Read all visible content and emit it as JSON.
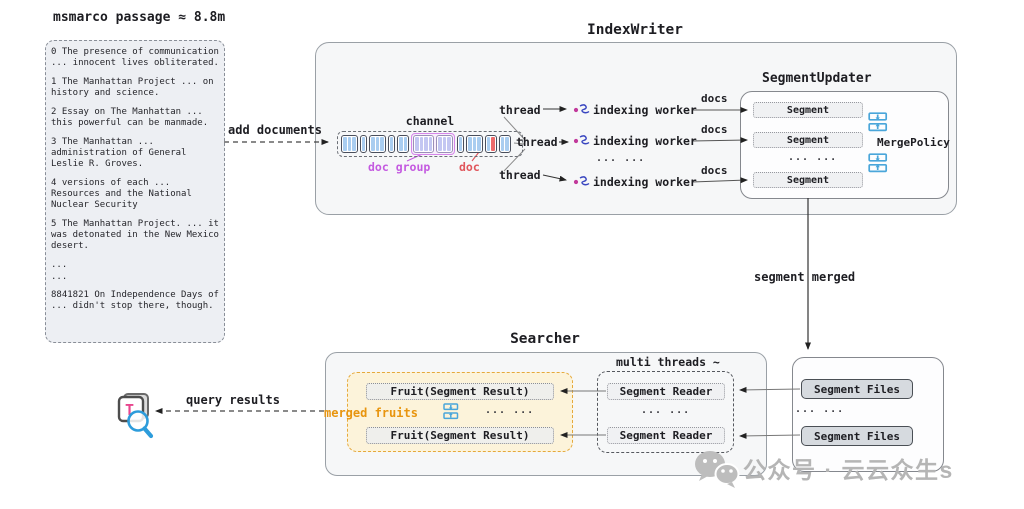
{
  "title": "msmarco passage ≈ 8.8m",
  "passages": [
    "0 The presence of communication ... innocent lives obliterated.",
    "1 The Manhattan Project ... on history and science.",
    "2 Essay on The Manhattan ... this powerful can be manmade.",
    "3 The Manhattan ... administration of General Leslie R. Groves.",
    "4 versions of each ... Resources and the National Nuclear Security",
    "5 The Manhattan Project. ... it was detonated in the New Mexico desert.",
    "...",
    "...",
    "8841821 On Independence Days of ... didn't stop there, though."
  ],
  "add_documents_label": "add documents",
  "indexwriter": {
    "title": "IndexWriter",
    "channel_label": "channel",
    "doc_group_label": "doc group",
    "doc_label": "doc",
    "thread_labels": [
      "thread",
      "thread",
      "thread"
    ],
    "worker_labels": [
      "indexing worker",
      "indexing worker",
      "indexing worker"
    ],
    "worker_ellipsis": "...  ...",
    "docs_labels": [
      "docs",
      "docs",
      "docs"
    ]
  },
  "segment_updater": {
    "title": "SegmentUpdater",
    "segments": [
      "Segment",
      "Segment",
      "Segment"
    ],
    "ellipsis": "...  ...",
    "merge_policy_label": "MergePolicy"
  },
  "segment_merged_label": "segment merged",
  "searcher": {
    "title": "Searcher",
    "merged_fruits_label": "merged fruits",
    "fruits": [
      "Fruit(Segment Result)",
      "Fruit(Segment Result)"
    ],
    "fruits_ellipsis": "...  ...",
    "multi_threads_label": "multi threads ~",
    "readers": [
      "Segment Reader",
      "Segment Reader"
    ],
    "readers_ellipsis": "...  ..."
  },
  "segment_files": {
    "files": [
      "Segment Files",
      "Segment Files"
    ],
    "ellipsis": "...  ..."
  },
  "query_results_label": "query results",
  "watermark": "公众号 · 云云众生s",
  "icons": {
    "worker": "indexing-worker-icon",
    "merge": "merge-policy-icon",
    "query": "text-search-icon",
    "wechat": "wechat-icon"
  },
  "colors": {
    "stripe_blue": "#a9cdf0",
    "doc_group_violet": "#c45ae0",
    "doc_red": "#e0565c",
    "merge_blue": "#4aa6da",
    "merged_fruits_orange": "#e8950f",
    "watermark_gray": "#b5b5b5"
  }
}
